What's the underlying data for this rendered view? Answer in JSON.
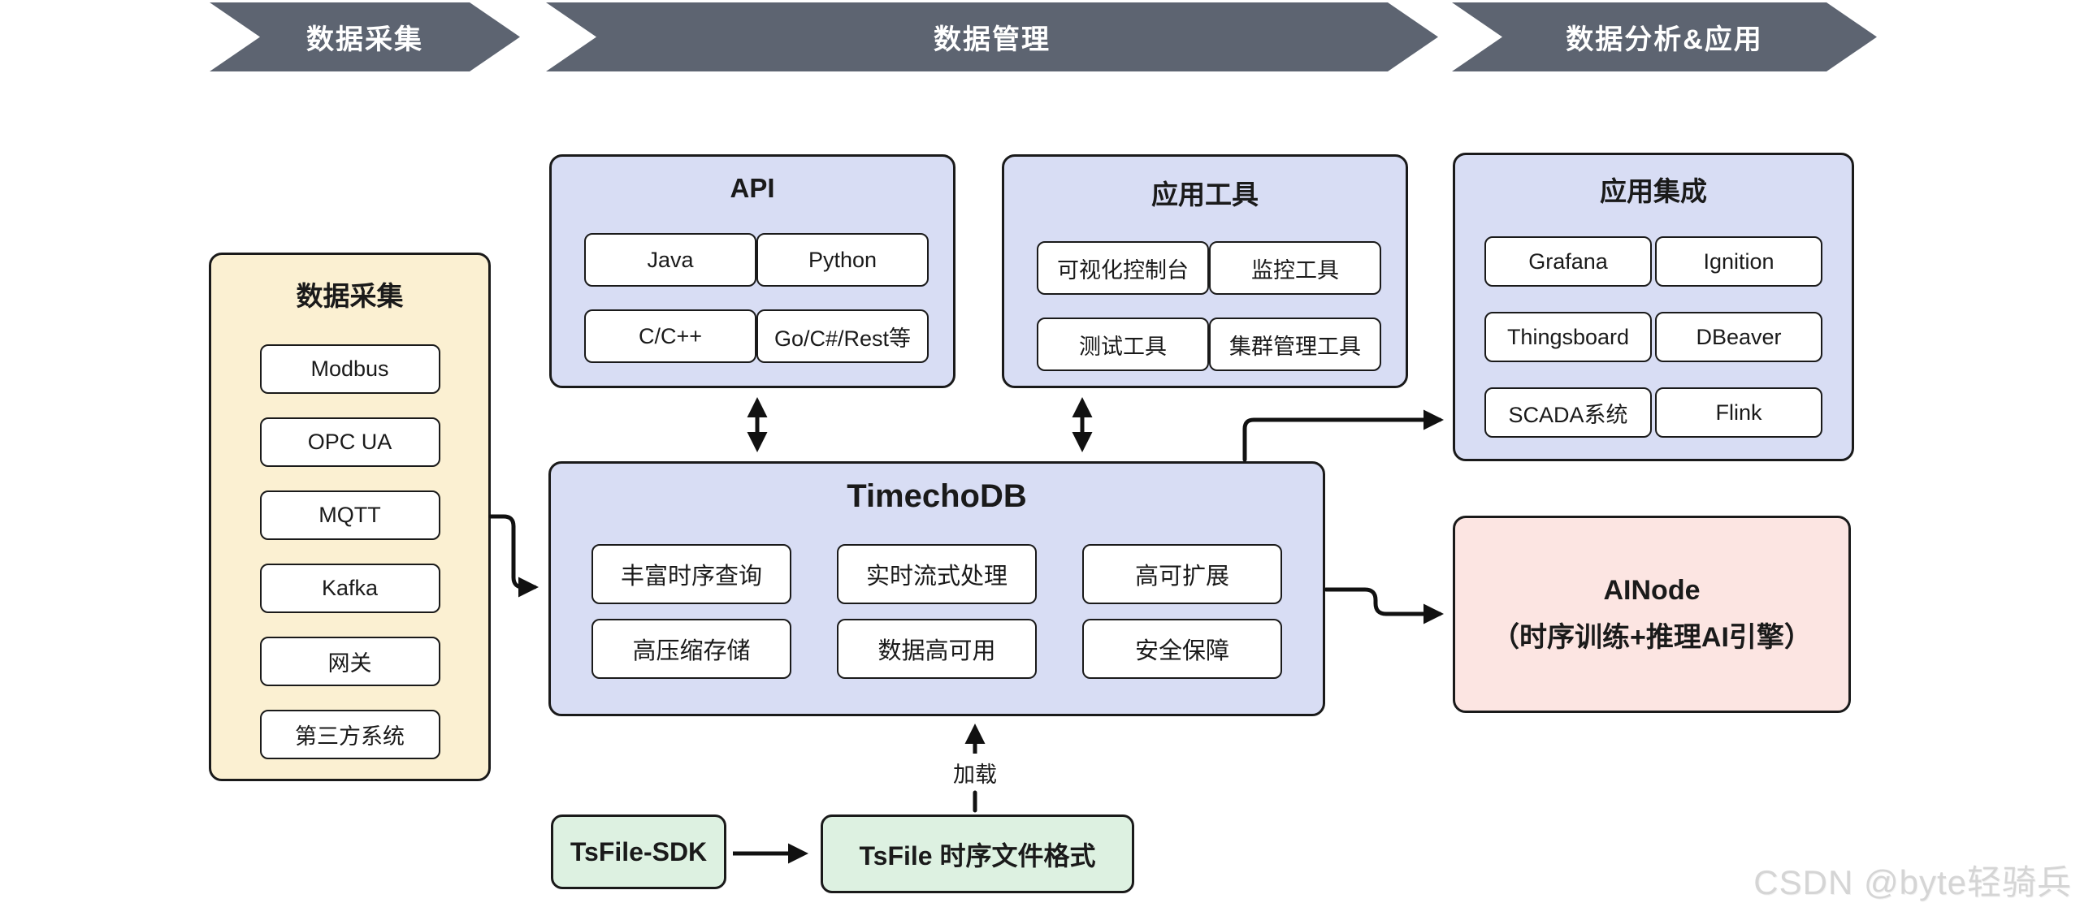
{
  "banners": [
    {
      "label": "数据采集"
    },
    {
      "label": "数据管理"
    },
    {
      "label": "数据分析&应用"
    }
  ],
  "collection_panel": {
    "title": "数据采集",
    "items": [
      "Modbus",
      "OPC UA",
      "MQTT",
      "Kafka",
      "网关",
      "第三方系统"
    ]
  },
  "api_panel": {
    "title": "API",
    "items": [
      "Java",
      "Python",
      "C/C++",
      "Go/C#/Rest等"
    ]
  },
  "tools_panel": {
    "title": "应用工具",
    "items": [
      "可视化控制台",
      "监控工具",
      "测试工具",
      "集群管理工具"
    ]
  },
  "integration_panel": {
    "title": "应用集成",
    "items": [
      "Grafana",
      "Ignition",
      "Thingsboard",
      "DBeaver",
      "SCADA系统",
      "Flink"
    ]
  },
  "timechodb_panel": {
    "title": "TimechoDB",
    "items": [
      "丰富时序查询",
      "实时流式处理",
      "高可扩展",
      "高压缩存储",
      "数据高可用",
      "安全保障"
    ]
  },
  "ainode_panel": {
    "title": "AINode",
    "subtitle": "（时序训练+推理AI引擎）"
  },
  "tsfile": {
    "sdk_label": "TsFile-SDK",
    "format_label": "TsFile 时序文件格式",
    "load_label": "加载"
  },
  "watermark": "CSDN @byte轻骑兵",
  "colors": {
    "banner_gray": "#5d6471",
    "lavender": "#d8ddf4",
    "yellow": "#fbf0d2",
    "green": "#ddf1e1",
    "pink": "#fce5e2",
    "border": "#1a1a1a",
    "arrow": "#111111",
    "watermark_gray": "#d5d5d5"
  }
}
